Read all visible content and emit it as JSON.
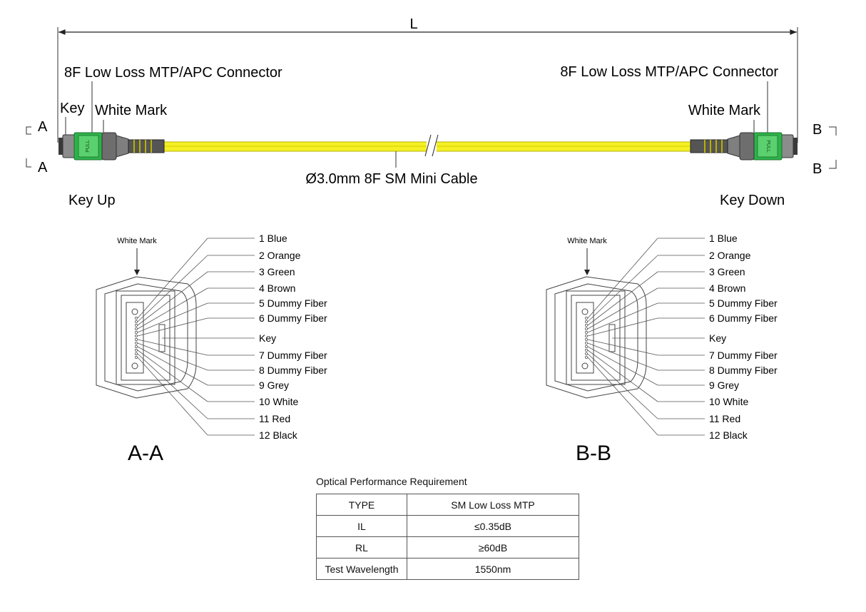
{
  "length_label": "L",
  "connector_left_label": "8F Low Loss MTP/APC Connector",
  "connector_right_label": "8F Low Loss MTP/APC Connector",
  "key_label": "Key",
  "white_mark_left": "White Mark",
  "white_mark_right": "White Mark",
  "cable_label": "Ø3.0mm 8F SM Mini Cable",
  "pull_text": "PULL",
  "section_a_marker": "A",
  "section_b_marker": "B",
  "key_up_label": "Key Up",
  "key_down_label": "Key  Down",
  "section_aa_title": "A-A",
  "section_bb_title": "B-B",
  "face_white_mark": "White Mark",
  "fibers_left": [
    "1 Blue",
    "2 Orange",
    "3 Green",
    "4 Brown",
    "5 Dummy Fiber",
    "6 Dummy Fiber",
    "Key",
    "7 Dummy Fiber",
    "8 Dummy Fiber",
    "9 Grey",
    "10 White",
    "11 Red",
    "12 Black"
  ],
  "fibers_right": [
    "1 Blue",
    "2 Orange",
    "3 Green",
    "4 Brown",
    "5 Dummy Fiber",
    "6 Dummy Fiber",
    "Key",
    "7 Dummy Fiber",
    "8 Dummy Fiber",
    "9 Grey",
    "10 White",
    "11 Red",
    "12 Black"
  ],
  "performance": {
    "title": "Optical Performance Requirement",
    "rows": [
      [
        "TYPE",
        "SM Low Loss MTP"
      ],
      [
        "IL",
        "≤0.35dB"
      ],
      [
        "RL",
        "≥60dB"
      ],
      [
        "Test Wavelength",
        "1550nm"
      ]
    ]
  },
  "colors": {
    "cable": "#f5f025",
    "cable_edge": "#b8b000",
    "connector_green": "#2db34a",
    "connector_gray": "#7f7f7f",
    "connector_dark": "#3a3a3a",
    "line": "#333333"
  }
}
